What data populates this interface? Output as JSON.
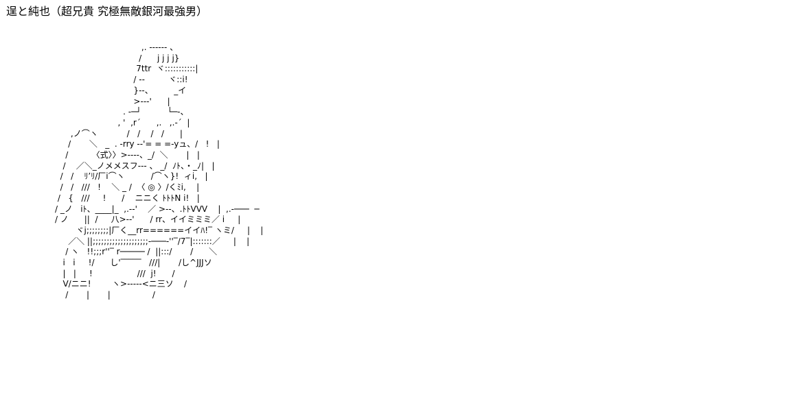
{
  "page": {
    "title": "逞と純也（超兄貴 究極無敵銀河最強男）"
  },
  "art": {
    "lines": [
      "                                 ,. -‐‐‐‐- 、",
      "                                /      j j j j}",
      "                               7ttr  ヾ:::::::::::|",
      "                              / -‐         ヾ::i!",
      "                              }‐-、        _イ",
      "                              >‐‐-'      |",
      "                          . -─┘          └─-、",
      "                        , '  ,r´      ,.   ,.-´  |",
      "      ,ノ⌒ヽ           /   /    /   /      |",
      "     /       ＼   _  . -rry ‐‐'= = =-yュ、/   !   |",
      "    /         〈式〉〉>‐‐‐‐、_/  ＼       |   |",
      "   /    ／＼_ノメメスフ‐‐‐ 、 _/  ﾉﾄ、・_ﾉ|   |",
      "  /   /    ﾘ’ﾘ/厂i⌒ヽ          /⌒ヽ}!  ィi,   |",
      "  /   /   ///   !    ＼ _ /  〈 ◎ 〉/くﾐi,    |",
      " /   {   ///     !      /    ニニく ﾄﾄﾄN i!   |",
      "/ _ノ   iﾄ、____|_  ,.-‐'    ／ >‐-、.ﾄﾄVVV    |  ,.‐───  ─",
      "/ ノ      ||  /     八>‐-'      / rr、イイミミミ／ i     |",
      "        ヾj;;;;;;;;|厂く__rr======イイﾊ!‾ ヽミ/     |    |",
      "     ／＼ ||;;;;;;;;;;;;;;;;;;;;‐───‐''‾/7‾|:::::::／     |    |",
      "    / ヽ   !!;;;r''‾ r───── /  ||:::/       /      ＼",
      "   i   i     !/      し'‾‾‾‾‾   ///|       /し^JJJソ",
      "   |   |     !                 ///  j!      /",
      "   V/ニニ!        ヽ>‐‐‐‐‐<ニ三ソ    /",
      "    /       |       |                /"
    ]
  }
}
